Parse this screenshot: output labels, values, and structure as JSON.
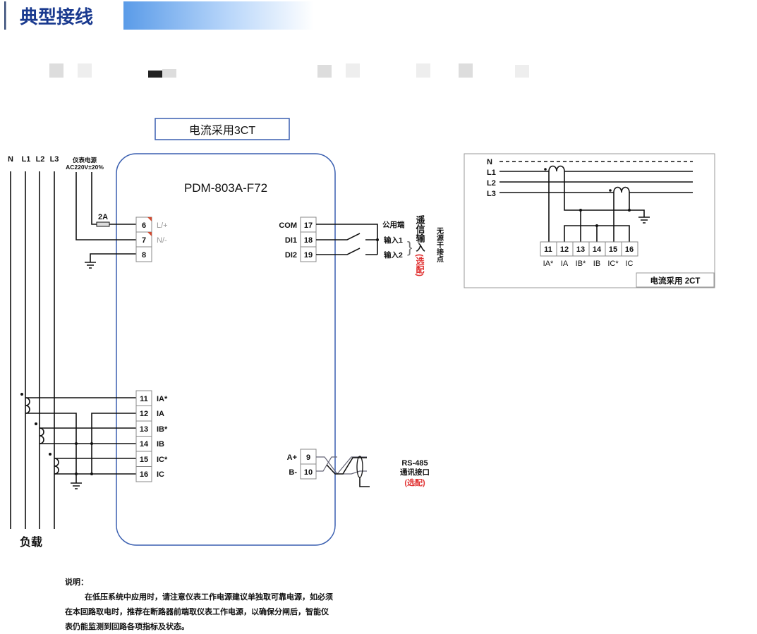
{
  "header": {
    "title": "典型接线",
    "accent_color": "#1a3a8f",
    "gradient_color": "#5a9be8"
  },
  "diagram_3ct": {
    "caption": "电流采用3CT",
    "device_model": "PDM-803A-F72",
    "bus_labels": [
      "N",
      "L1",
      "L2",
      "L3"
    ],
    "load_label": "负载",
    "power": {
      "label": "仪表电源",
      "spec": "AC220V±20%",
      "fuse": "2A"
    },
    "power_terminals": [
      {
        "num": "6",
        "label": "L/+"
      },
      {
        "num": "7",
        "label": "N/-"
      },
      {
        "num": "8",
        "label": ""
      }
    ],
    "di_terminals": [
      {
        "num": "17",
        "label": "COM",
        "desc": "公用端"
      },
      {
        "num": "18",
        "label": "DI1",
        "desc": "输入1"
      },
      {
        "num": "19",
        "label": "DI2",
        "desc": "输入2"
      }
    ],
    "di_title": "遥信输入",
    "di_optional": "(选配)",
    "di_note": "无源干接点",
    "ct_terminals": [
      {
        "num": "11",
        "label": "IA*"
      },
      {
        "num": "12",
        "label": "IA"
      },
      {
        "num": "13",
        "label": "IB*"
      },
      {
        "num": "14",
        "label": "IB"
      },
      {
        "num": "15",
        "label": "IC*"
      },
      {
        "num": "16",
        "label": "IC"
      }
    ],
    "rs485_terminals": [
      {
        "num": "9",
        "label": "A+"
      },
      {
        "num": "10",
        "label": "B-"
      }
    ],
    "rs485": {
      "title": "RS-485",
      "subtitle": "通讯接口",
      "optional": "(选配)"
    }
  },
  "diagram_2ct": {
    "caption": "电流采用 2CT",
    "bus_labels": [
      "N",
      "L1",
      "L2",
      "L3"
    ],
    "terminals": [
      {
        "num": "11",
        "label": "IA*"
      },
      {
        "num": "12",
        "label": "IA"
      },
      {
        "num": "13",
        "label": "IB*"
      },
      {
        "num": "14",
        "label": "IB"
      },
      {
        "num": "15",
        "label": "IC*"
      },
      {
        "num": "16",
        "label": "IC"
      }
    ]
  },
  "notes": {
    "title": "说明：",
    "lines": [
      "在低压系统中应用时，请注意仪表工作电源建议单独取可靠电源，如必须",
      "在本回路取电时，推荐在断路器前端取仪表工作电源，以确保分闸后，智能仪",
      "表仍能监测到回路各项指标及状态。"
    ]
  }
}
